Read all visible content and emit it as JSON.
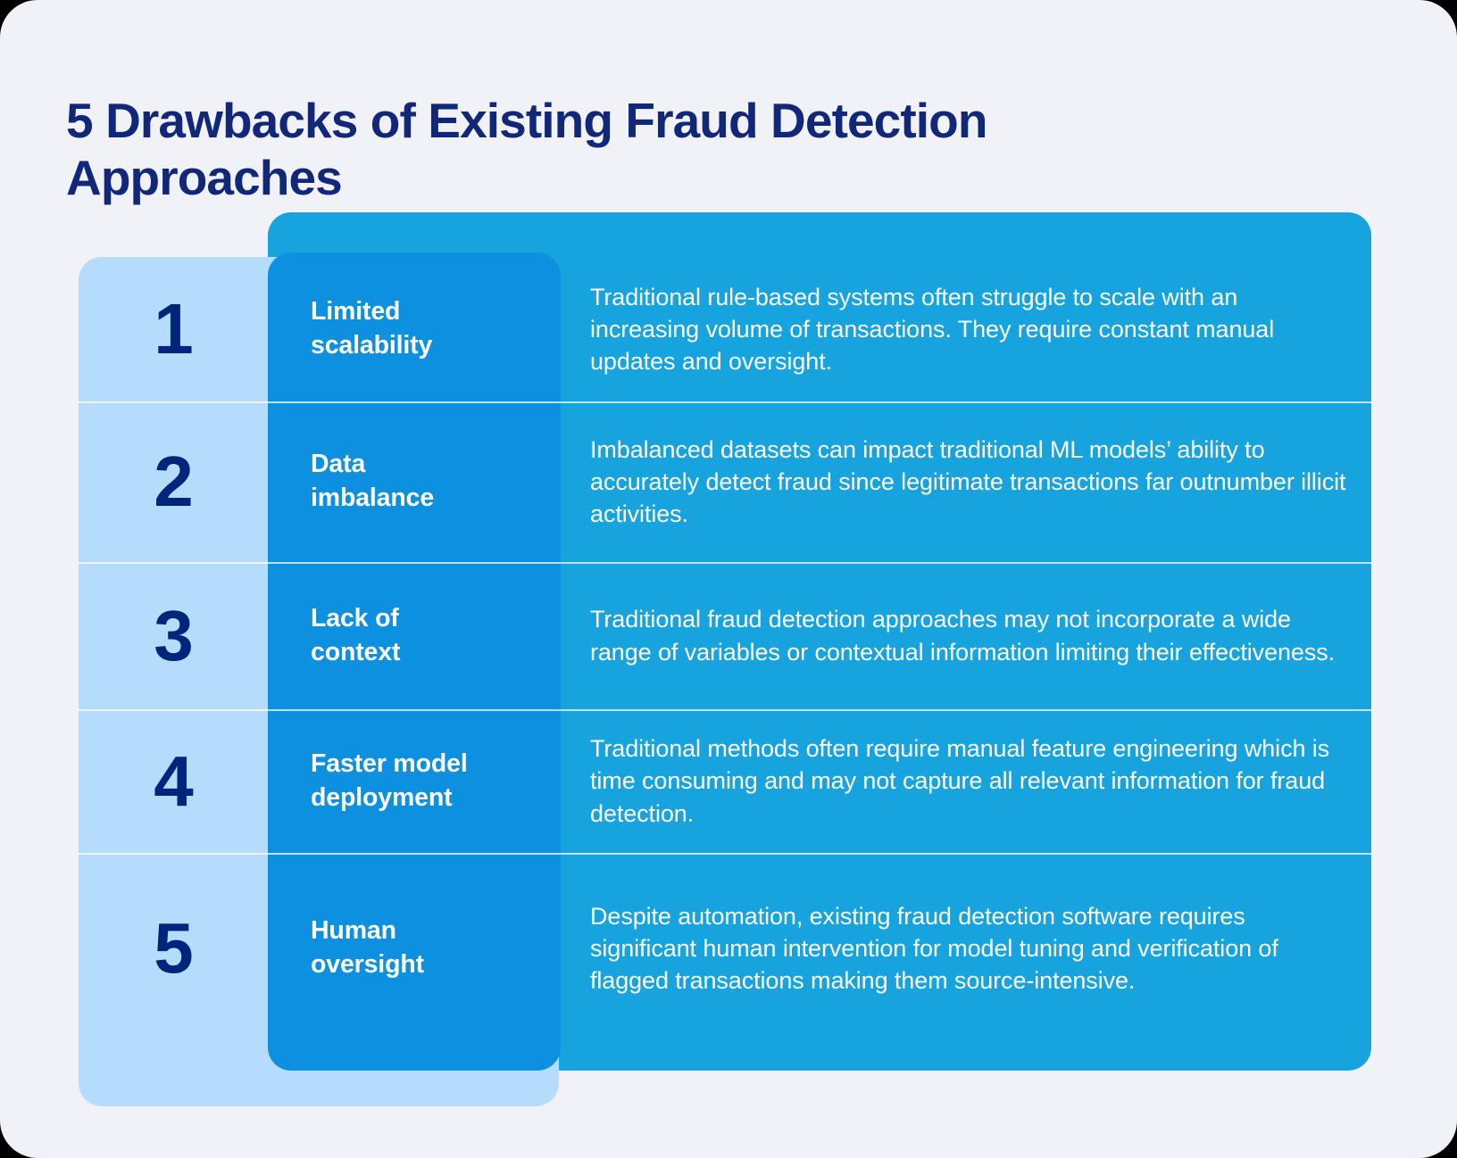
{
  "page": {
    "title": "5 Drawbacks of Existing Fraud Detection\nApproaches",
    "background_color": "#f1f2f7",
    "title_color": "#11277a",
    "number_panel_color": "#b6dcfb",
    "heading_panel_color": "#0d90e0",
    "description_panel_color": "#17a3dd",
    "number_text_color": "#00257c",
    "body_text_color": "#ffffff"
  },
  "rows": [
    {
      "number": "1",
      "heading": "Limited\nscalability",
      "description": "Traditional rule-based systems often struggle to scale with an increasing volume of transactions. They require constant manual updates and oversight."
    },
    {
      "number": "2",
      "heading": "Data\nimbalance",
      "description": "Imbalanced datasets can impact traditional ML models’ ability to accurately detect fraud since legitimate transactions far outnumber illicit activities."
    },
    {
      "number": "3",
      "heading": "Lack of\ncontext",
      "description": "Traditional fraud detection approaches may not incorporate a wide range of variables or contextual information limiting their effectiveness."
    },
    {
      "number": "4",
      "heading": "Faster model\ndeployment",
      "description": "Traditional methods often require manual feature engineering which is time consuming and may not capture all relevant information for fraud detection."
    },
    {
      "number": "5",
      "heading": "Human\noversight",
      "description": "Despite automation, existing fraud detection software requires significant human intervention for model tuning and verification of flagged transactions making them source-intensive."
    }
  ]
}
